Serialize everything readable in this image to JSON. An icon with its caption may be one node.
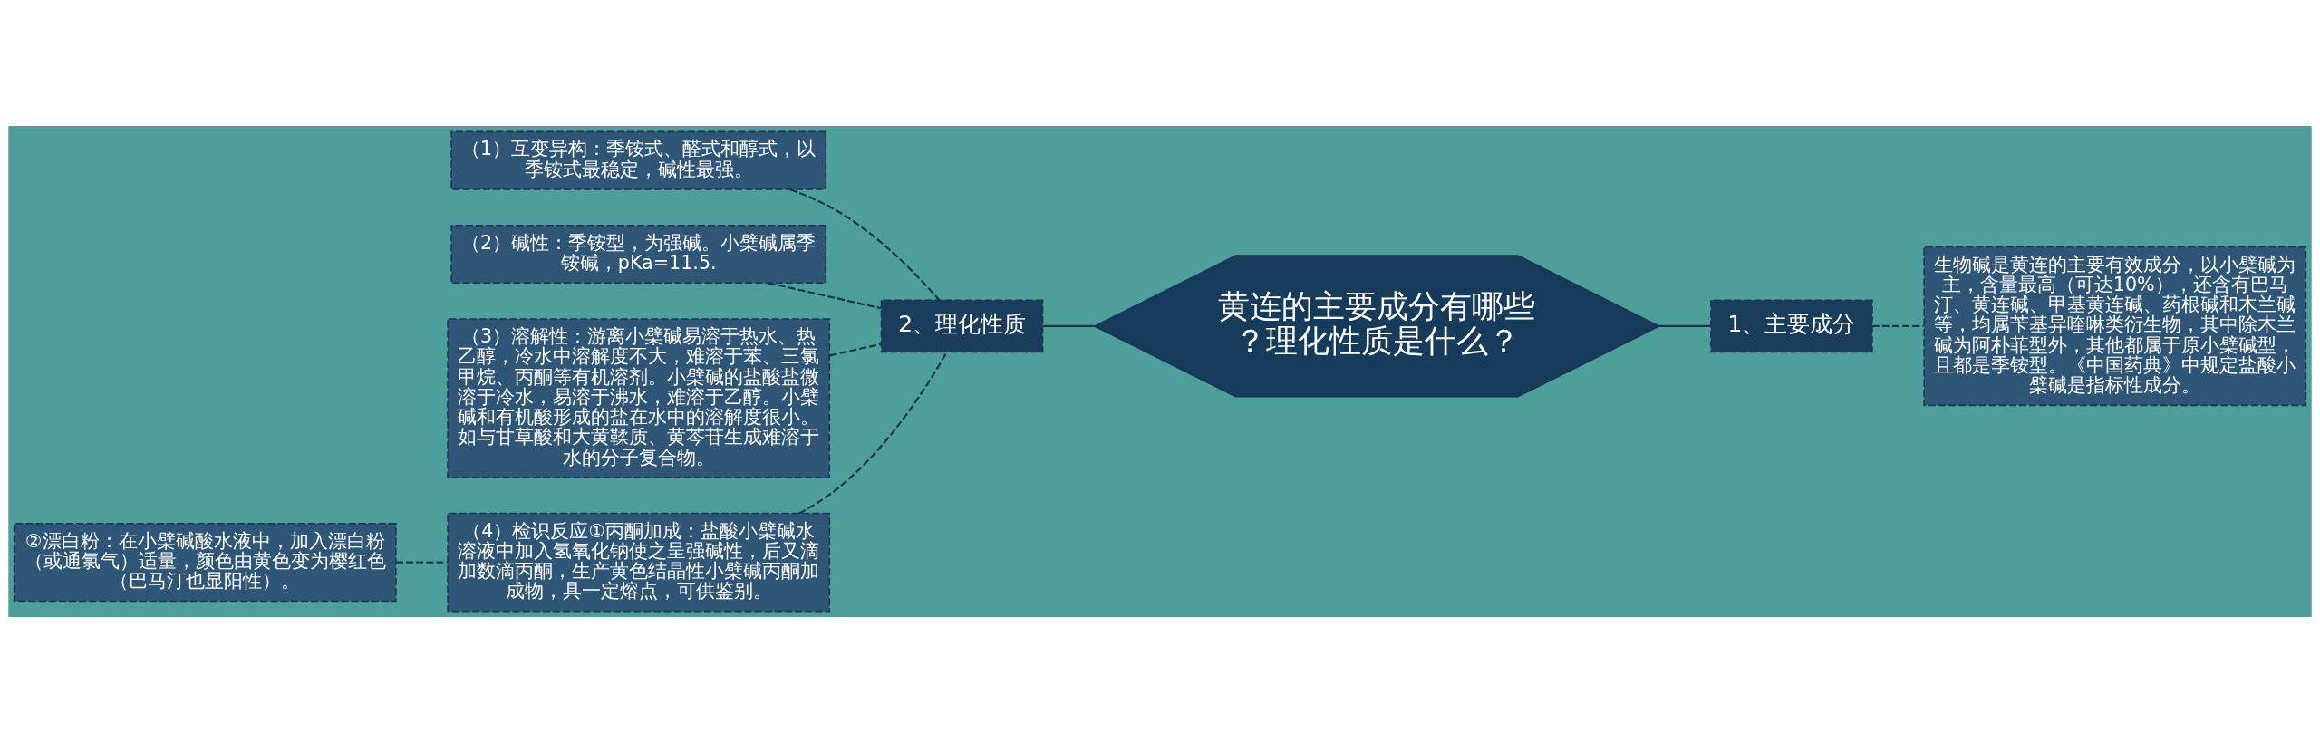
{
  "diagram": {
    "nodes": [
      {
        "text": [
          "黄连的主要成分有哪些？理化性质是什么？"
        ]
      },
      {
        "text": [
          "1、主要成分"
        ]
      },
      {
        "text": [
          "生物碱是黄连的主要有效成分，以小檗碱为主，含量最高（可达10%），还含有巴马汀、黄连碱、甲基黄连碱、药根碱和木兰碱等，均属苄基异喹啉类衍生物，其中除木兰碱为阿朴菲型外，其他都属于原小檗碱型，且都是季铵型。《中国药典》中规定盐酸小檗碱是指标性成分。"
        ]
      },
      {
        "text": [
          "2、理化性质"
        ]
      },
      {
        "text": [
          "（1）互变异构：季铵式、醛式和醇式，以季铵式最稳定，碱性最强。"
        ]
      },
      {
        "text": [
          "（2）碱性：季铵型，为强碱。小檗碱属季铵碱，pKa=11.5."
        ]
      },
      {
        "text": [
          "（3）溶解性：游离小檗碱易溶于热水、热乙醇，冷水中溶解度不大，难溶于苯、三氯甲烷、丙酮等有机溶剂。小檗碱的盐酸盐微溶于冷水，易溶于沸水，难溶于乙醇。小檗碱和有机酸形成的盐在水中的溶解度很小。如与甘草酸和大黄鞣质、黄芩苷生成难溶于水的分子复合物。"
        ]
      },
      {
        "text": [
          "（4）检识反应①丙酮加成：盐酸小檗碱水溶液中加入氢氧化钠使之呈强碱性，后又滴加数滴丙酮，生产黄色结晶性小檗碱丙酮加成物，具一定熔点，可供鉴别。"
        ]
      },
      {
        "text": [
          "②漂白粉：在小檗碱酸水液中，加入漂白粉（或通氯气）适量，颜色由黄色变为樱红色（巴马汀也显阳性）。"
        ]
      }
    ],
    "edges": [
      {
        "from": 0,
        "to": 1,
        "arrow": "none"
      },
      {
        "from": 1,
        "to": 2,
        "arrow": "none",
        "style": "dashed"
      },
      {
        "from": 0,
        "to": 3,
        "arrow": "none"
      },
      {
        "from": 3,
        "to": 4,
        "arrow": "none",
        "style": "dashed"
      },
      {
        "from": 3,
        "to": 5,
        "arrow": "none",
        "style": "dashed"
      },
      {
        "from": 3,
        "to": 6,
        "arrow": "none",
        "style": "dashed"
      },
      {
        "from": 3,
        "to": 7,
        "arrow": "none",
        "style": "dashed"
      },
      {
        "from": 7,
        "to": 8,
        "arrow": "none",
        "style": "dashed"
      }
    ]
  }
}
